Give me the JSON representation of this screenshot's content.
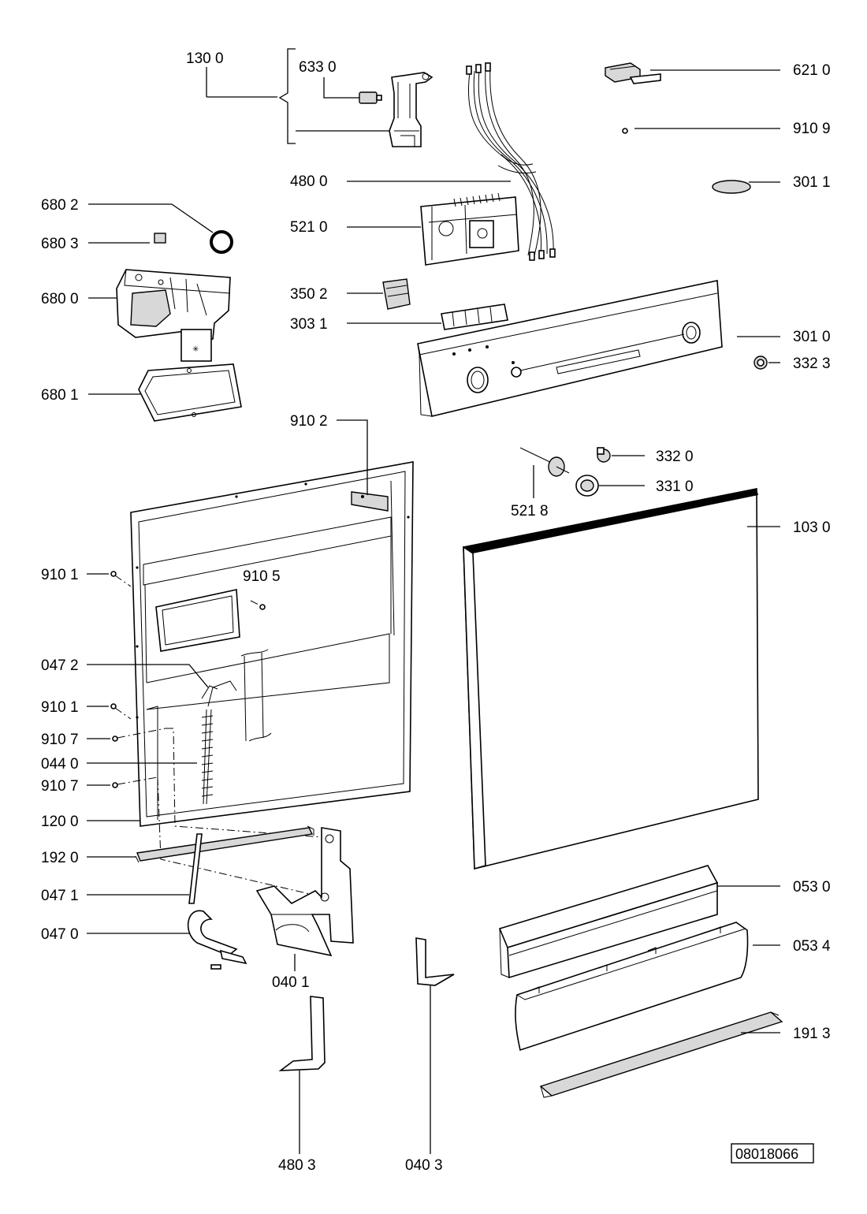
{
  "labels": {
    "l1300": "130 0",
    "l6330": "633 0",
    "l6210": "621 0",
    "l9109": "910 9",
    "l4800": "480 0",
    "l3011": "301 1",
    "l6802": "680 2",
    "l5210": "521 0",
    "l6803": "680 3",
    "l6800": "680 0",
    "l3502": "350 2",
    "l3031": "303 1",
    "l3010": "301 0",
    "l3323": "332 3",
    "l6801": "680 1",
    "l9102": "910 2",
    "l3320": "332 0",
    "l3310": "331 0",
    "l5218": "521 8",
    "l1030": "103 0",
    "l9101a": "910 1",
    "l9105": "910 5",
    "l0472": "047 2",
    "l9101b": "910 1",
    "l9107a": "910 7",
    "l0440": "044 0",
    "l9107b": "910 7",
    "l1200": "120 0",
    "l1920": "192 0",
    "l0471": "047 1",
    "l0470": "047 0",
    "l0530": "053 0",
    "l0534": "053 4",
    "l0401": "040 1",
    "l1913": "191 3",
    "l4803": "480 3",
    "l0403": "040 3"
  },
  "drawing_number": "08018066"
}
